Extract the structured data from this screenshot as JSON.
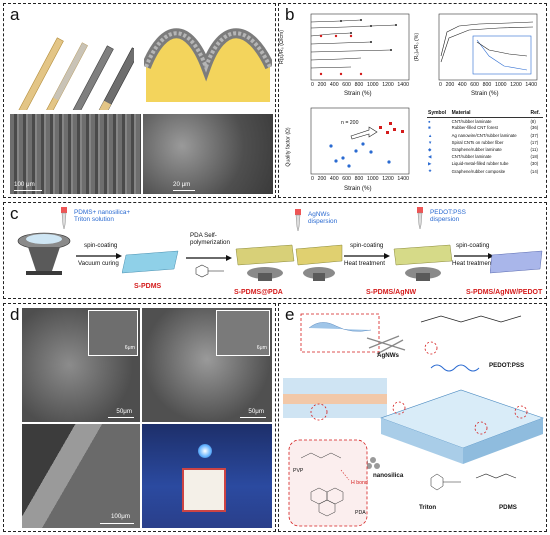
{
  "panels": {
    "a": {
      "label": "a",
      "scale_bar_left": "100 μm",
      "scale_bar_right": "20 μm"
    },
    "b": {
      "label": "b",
      "plot1": {
        "ylabel": "R(ε)/R₀ (Ω/cm)",
        "xlabel": "Strain (%)",
        "xticks": [
          "0",
          "200",
          "400",
          "600",
          "800",
          "1000",
          "1200",
          "1400"
        ]
      },
      "plot2": {
        "ylabel": "(R₀)ₙ/R₀ (%)",
        "xlabel": "Strain (%)",
        "xticks": [
          "0",
          "200",
          "400",
          "600",
          "800",
          "1000",
          "1200",
          "1400"
        ]
      },
      "plot3": {
        "ylabel": "Quality factor (Ω)",
        "xlabel": "Strain (%)",
        "xticks": [
          "0",
          "200",
          "400",
          "600",
          "800",
          "1000",
          "1200",
          "1400"
        ],
        "annotation": "n = 200"
      },
      "legend_headers": [
        "Symbol",
        "Material",
        "Ref."
      ],
      "legend_rows": [
        {
          "material": "CNT/rubber laminate",
          "ref": "(8)"
        },
        {
          "material": "Rubber-filled CNT forest",
          "ref": "(36)"
        },
        {
          "material": "Ag nanowire/CNT/rubber laminate",
          "ref": "(37)"
        },
        {
          "material": "Spiral CNTs on rubber fiber",
          "ref": "(17)"
        },
        {
          "material": "Graphene/rubber laminate",
          "ref": "(11)"
        },
        {
          "material": "CNT/rubber laminate",
          "ref": "(18)"
        },
        {
          "material": "Liquid-metal-filled rubber tube",
          "ref": "(30)"
        },
        {
          "material": "Graphene/rubber composite",
          "ref": "(14)"
        }
      ]
    },
    "c": {
      "label": "c",
      "steps": [
        {
          "reagent": "PDMS+ nanosilica+ Triton solution",
          "process_top": "spin-coating",
          "process_bottom": "Vacuum curing",
          "product": "S-PDMS"
        },
        {
          "reagent": "",
          "process_top": "PDA Self-polymerization",
          "process_bottom": "",
          "product": "S-PDMS@PDA"
        },
        {
          "reagent": "AgNWs dispersion",
          "process_top": "spin-coating",
          "process_bottom": "Heat treatment",
          "product": "S-PDMS/AgNW"
        },
        {
          "reagent": "PEDOT:PSS dispersion",
          "process_top": "spin-coating",
          "process_bottom": "Heat treatment",
          "product": "S-PDMS/AgNW/PEDOT"
        }
      ]
    },
    "d": {
      "label": "d",
      "scale_bars": [
        "50μm",
        "50μm",
        "100μm"
      ],
      "insets": [
        "6μm",
        "6μm"
      ]
    },
    "e": {
      "label": "e",
      "components": {
        "agnws": "AgNWs",
        "pedot": "PEDOT:PSS",
        "nanosilica": "nanosilica",
        "triton": "Triton",
        "pdms": "PDMS",
        "pvp": "PVP",
        "pda": "PDA",
        "hbond": "H bond"
      }
    }
  },
  "colors": {
    "accent_red": "#d41b1b",
    "accent_blue": "#2a6ad1",
    "border": "#222222"
  }
}
